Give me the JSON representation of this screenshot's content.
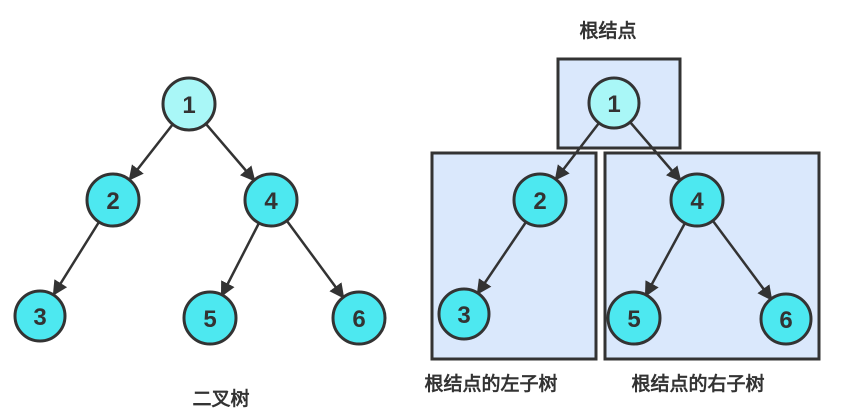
{
  "figure": {
    "left_diagram": {
      "caption": "二叉树",
      "nodes": [
        {
          "value": "1"
        },
        {
          "value": "2"
        },
        {
          "value": "3"
        },
        {
          "value": "4"
        },
        {
          "value": "5"
        },
        {
          "value": "6"
        }
      ],
      "edges": [
        "1→2",
        "1→4",
        "2→3",
        "4→5",
        "4→6"
      ]
    },
    "right_diagram": {
      "root_label": "根结点",
      "left_subtree_label": "根结点的左子树",
      "right_subtree_label": "根结点的右子树",
      "nodes": [
        {
          "value": "1"
        },
        {
          "value": "2"
        },
        {
          "value": "3"
        },
        {
          "value": "4"
        },
        {
          "value": "5"
        },
        {
          "value": "6"
        }
      ],
      "edges": [
        "1→2",
        "1→4",
        "2→3",
        "4→5",
        "4→6"
      ]
    },
    "tree_structure": {
      "root": "1",
      "children": {
        "1": [
          "2",
          "4"
        ],
        "2": [
          "3"
        ],
        "4": [
          "5",
          "6"
        ]
      }
    },
    "colors": {
      "root_node_fill": "#A9F7F7",
      "child_node_fill": "#4DE8F0",
      "subtree_box_fill": "#DAE8FC",
      "stroke": "#333333"
    }
  }
}
